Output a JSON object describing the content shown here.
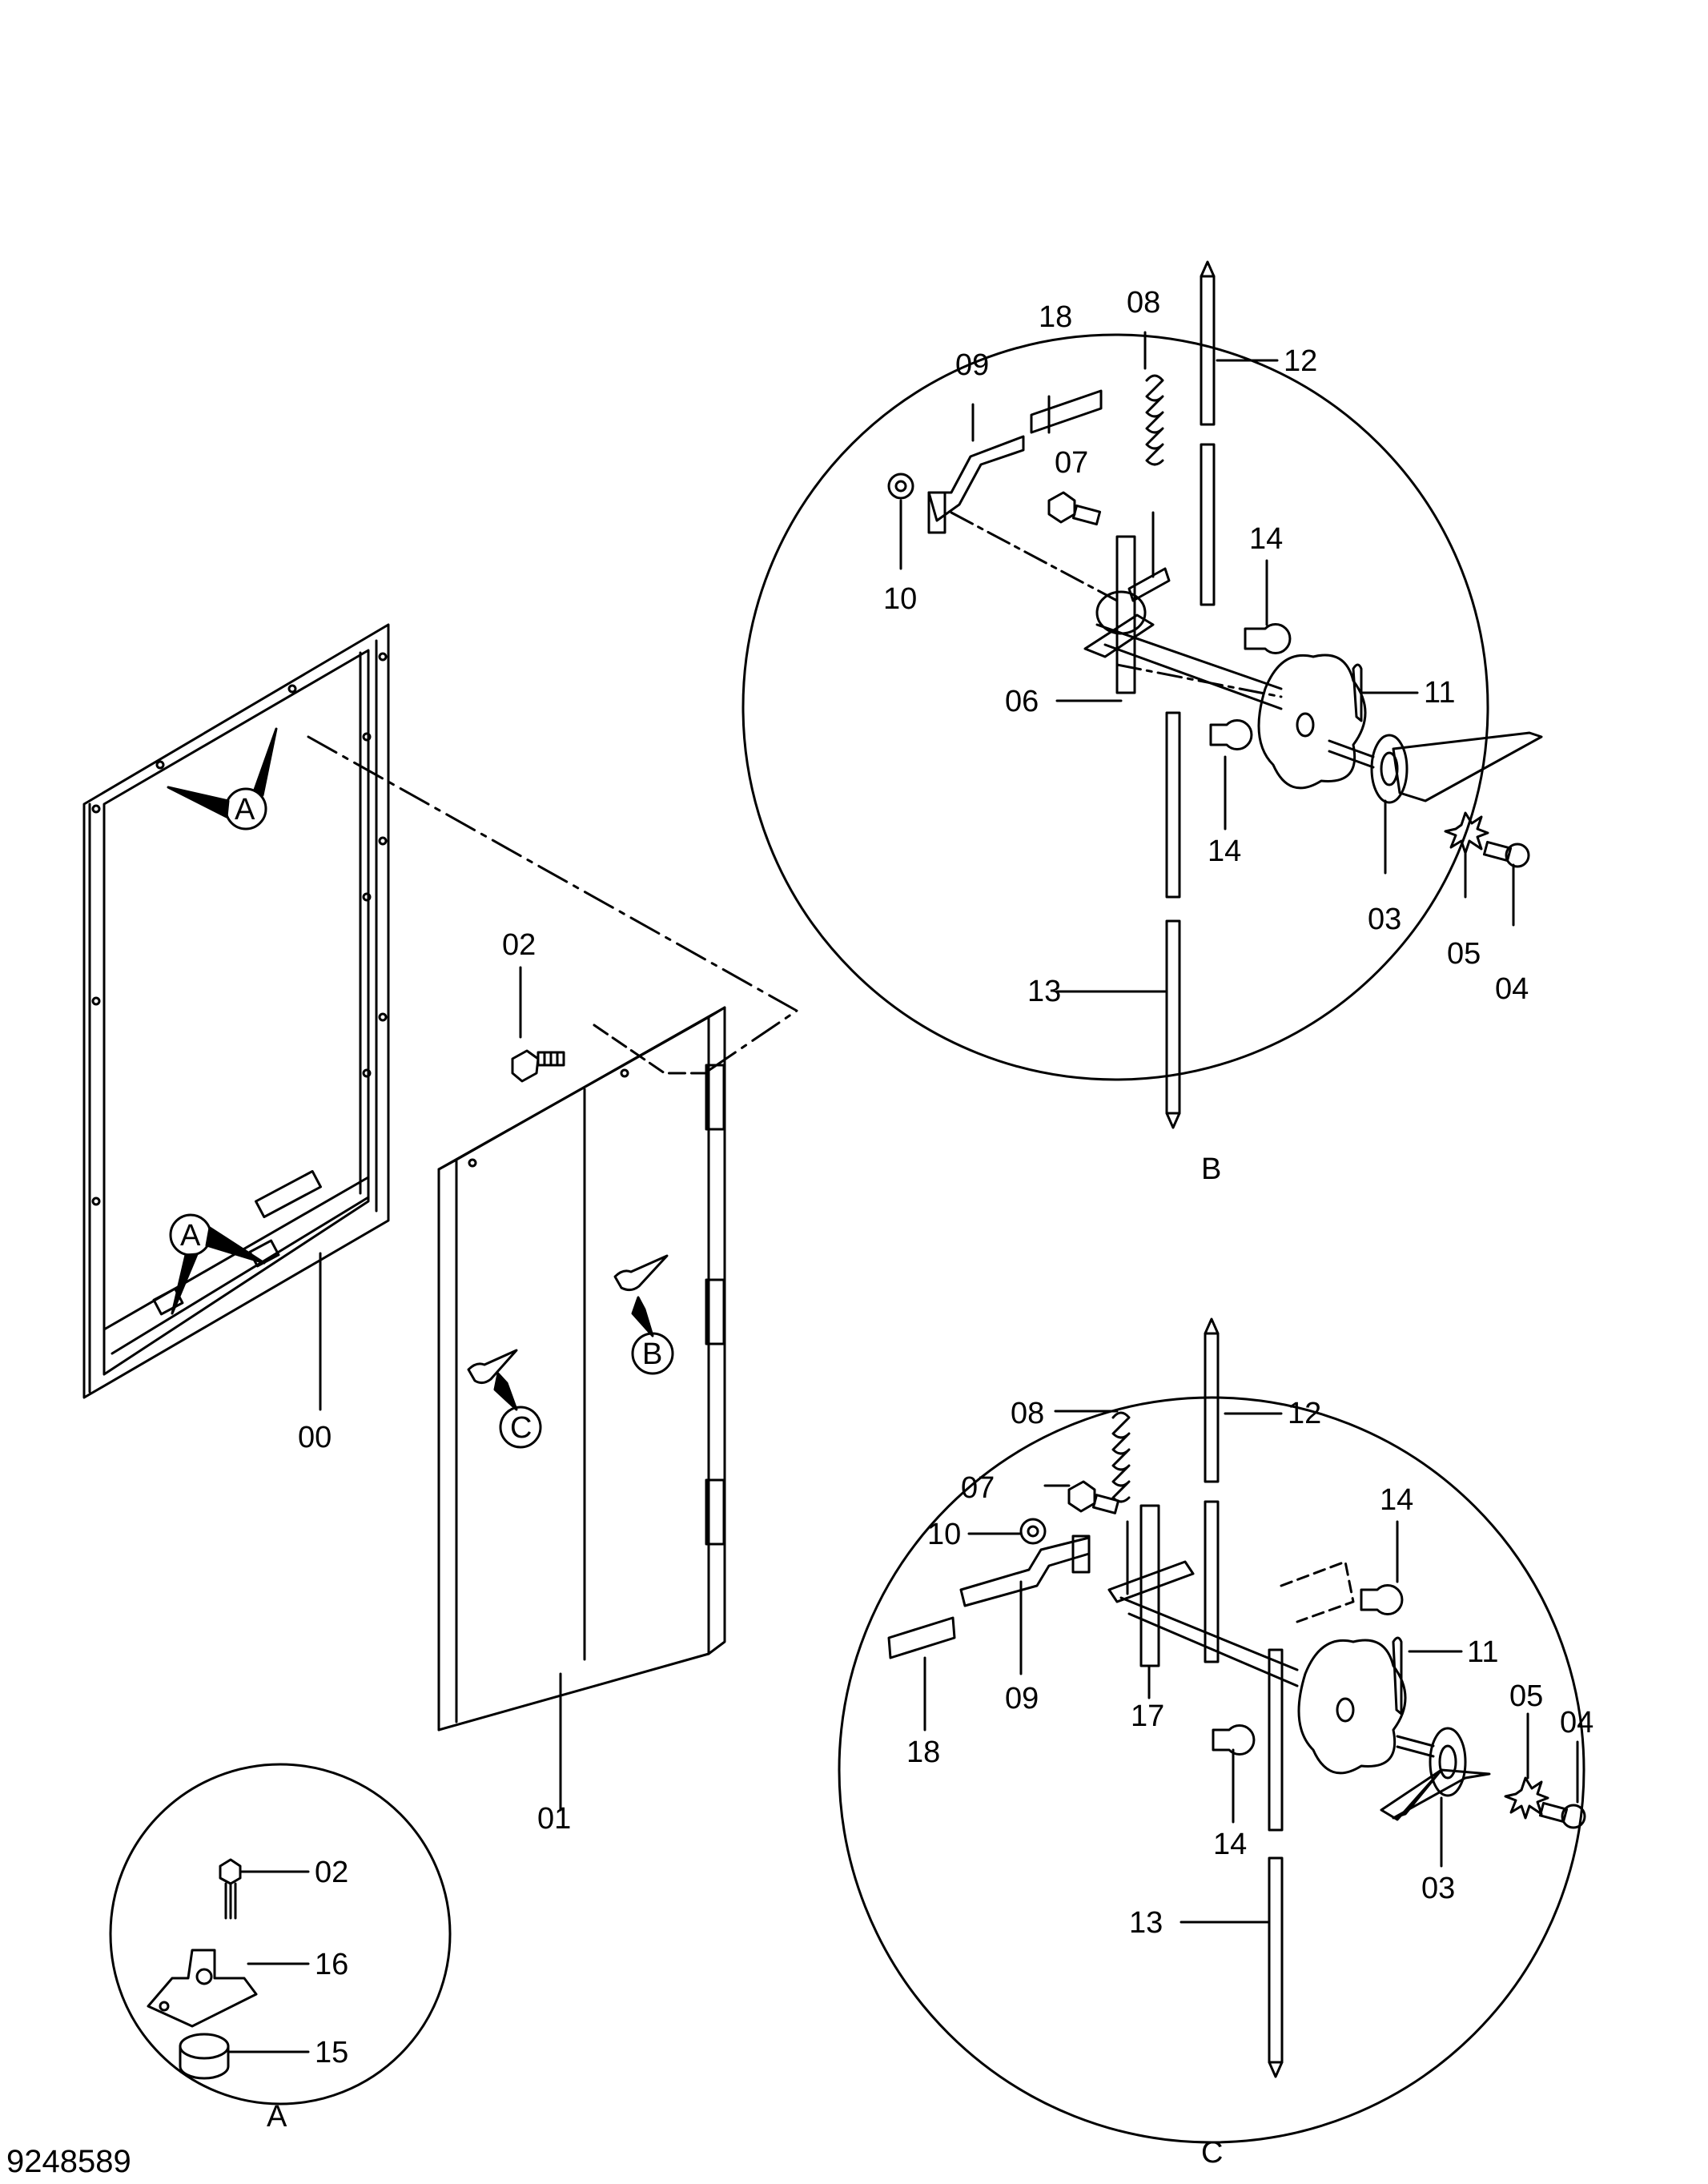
{
  "drawing_number": "9248589",
  "parts": {
    "p00": "00",
    "p01": "01",
    "p02": "02",
    "p03": "03",
    "p04": "04",
    "p05": "05",
    "p06": "06",
    "p07": "07",
    "p08": "08",
    "p09": "09",
    "p10": "10",
    "p11": "11",
    "p12": "12",
    "p13": "13",
    "p14": "14",
    "p15": "15",
    "p16": "16",
    "p17": "17",
    "p18": "18"
  },
  "detail_refs": {
    "a": "A",
    "b": "B",
    "c": "C"
  }
}
